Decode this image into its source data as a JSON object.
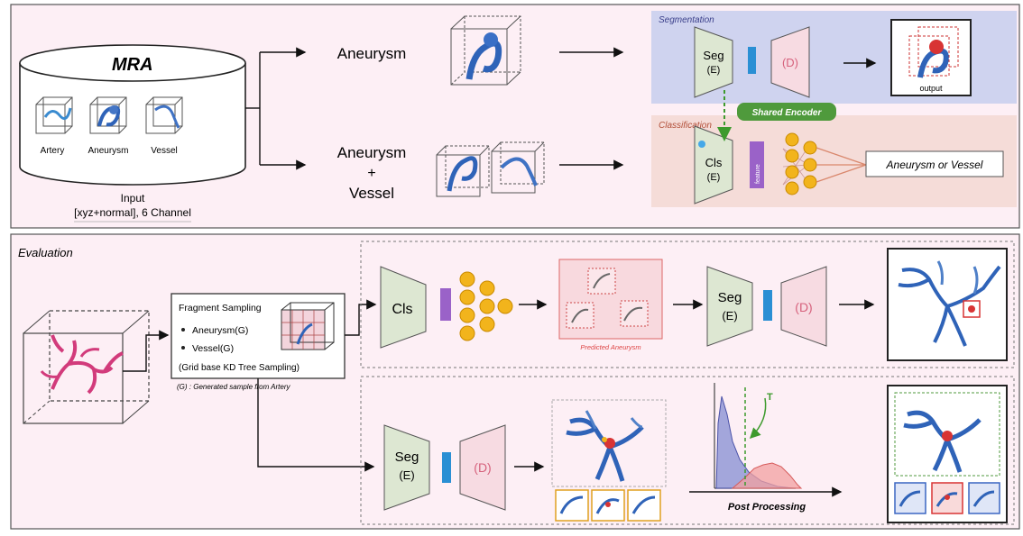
{
  "top": {
    "db_title": "MRA",
    "samples": [
      {
        "label": "Artery",
        "icon": "artery-tree-icon"
      },
      {
        "label": "Aneurysm",
        "icon": "aneurysm-blob-icon"
      },
      {
        "label": "Vessel",
        "icon": "vessel-curve-icon"
      }
    ],
    "input_caption_line1": "Input",
    "input_caption_line2": "[xyz+normal], 6 Channel",
    "branch_aneurysm": "Aneurysm",
    "branch_mixed_line1": "Aneurysm",
    "branch_mixed_line2": "+",
    "branch_mixed_line3": "Vessel",
    "segmentation_title": "Segmentation",
    "classification_title": "Classification",
    "seg_encoder_line1": "Seg",
    "seg_encoder_line2": "(E)",
    "decoder": "(D)",
    "output_label": "output",
    "shared_encoder": "Shared Encoder",
    "cls_encoder_line1": "Cls",
    "cls_encoder_line2": "(E)",
    "feature_label": "feature",
    "class_output": "Aneurysm or Vessel"
  },
  "bottom": {
    "title": "Evaluation",
    "fragment_title": "Fragment Sampling",
    "fragment_item1": "Aneurysm(G)",
    "fragment_item2": "Vessel(G)",
    "fragment_method": "(Grid base KD Tree Sampling)",
    "footnote": "(G) : Generated sample from Artery",
    "cls_label": "Cls",
    "predicted_label": "Predicted Aneurysm",
    "seg_line1": "Seg",
    "seg_line2": "(E)",
    "decoder": "(D)",
    "threshold_symbol": "T",
    "post_processing": "Post Processing"
  },
  "colors": {
    "page_bg": "#fdeff5",
    "seg_panel": "#cfd3ef",
    "cls_panel": "#f5dcd8",
    "encoder": "#dde7d2",
    "decoder": "#f7dbe2",
    "bottleneck": "#2a8fd4",
    "feature_bar": "#9a62c8",
    "node": "#f2b41c",
    "shared_badge": "#4f9a3c",
    "vessel_blue": "#2f63b8",
    "artery_pink": "#d23b7b",
    "aneurysm_red": "#d83434"
  }
}
